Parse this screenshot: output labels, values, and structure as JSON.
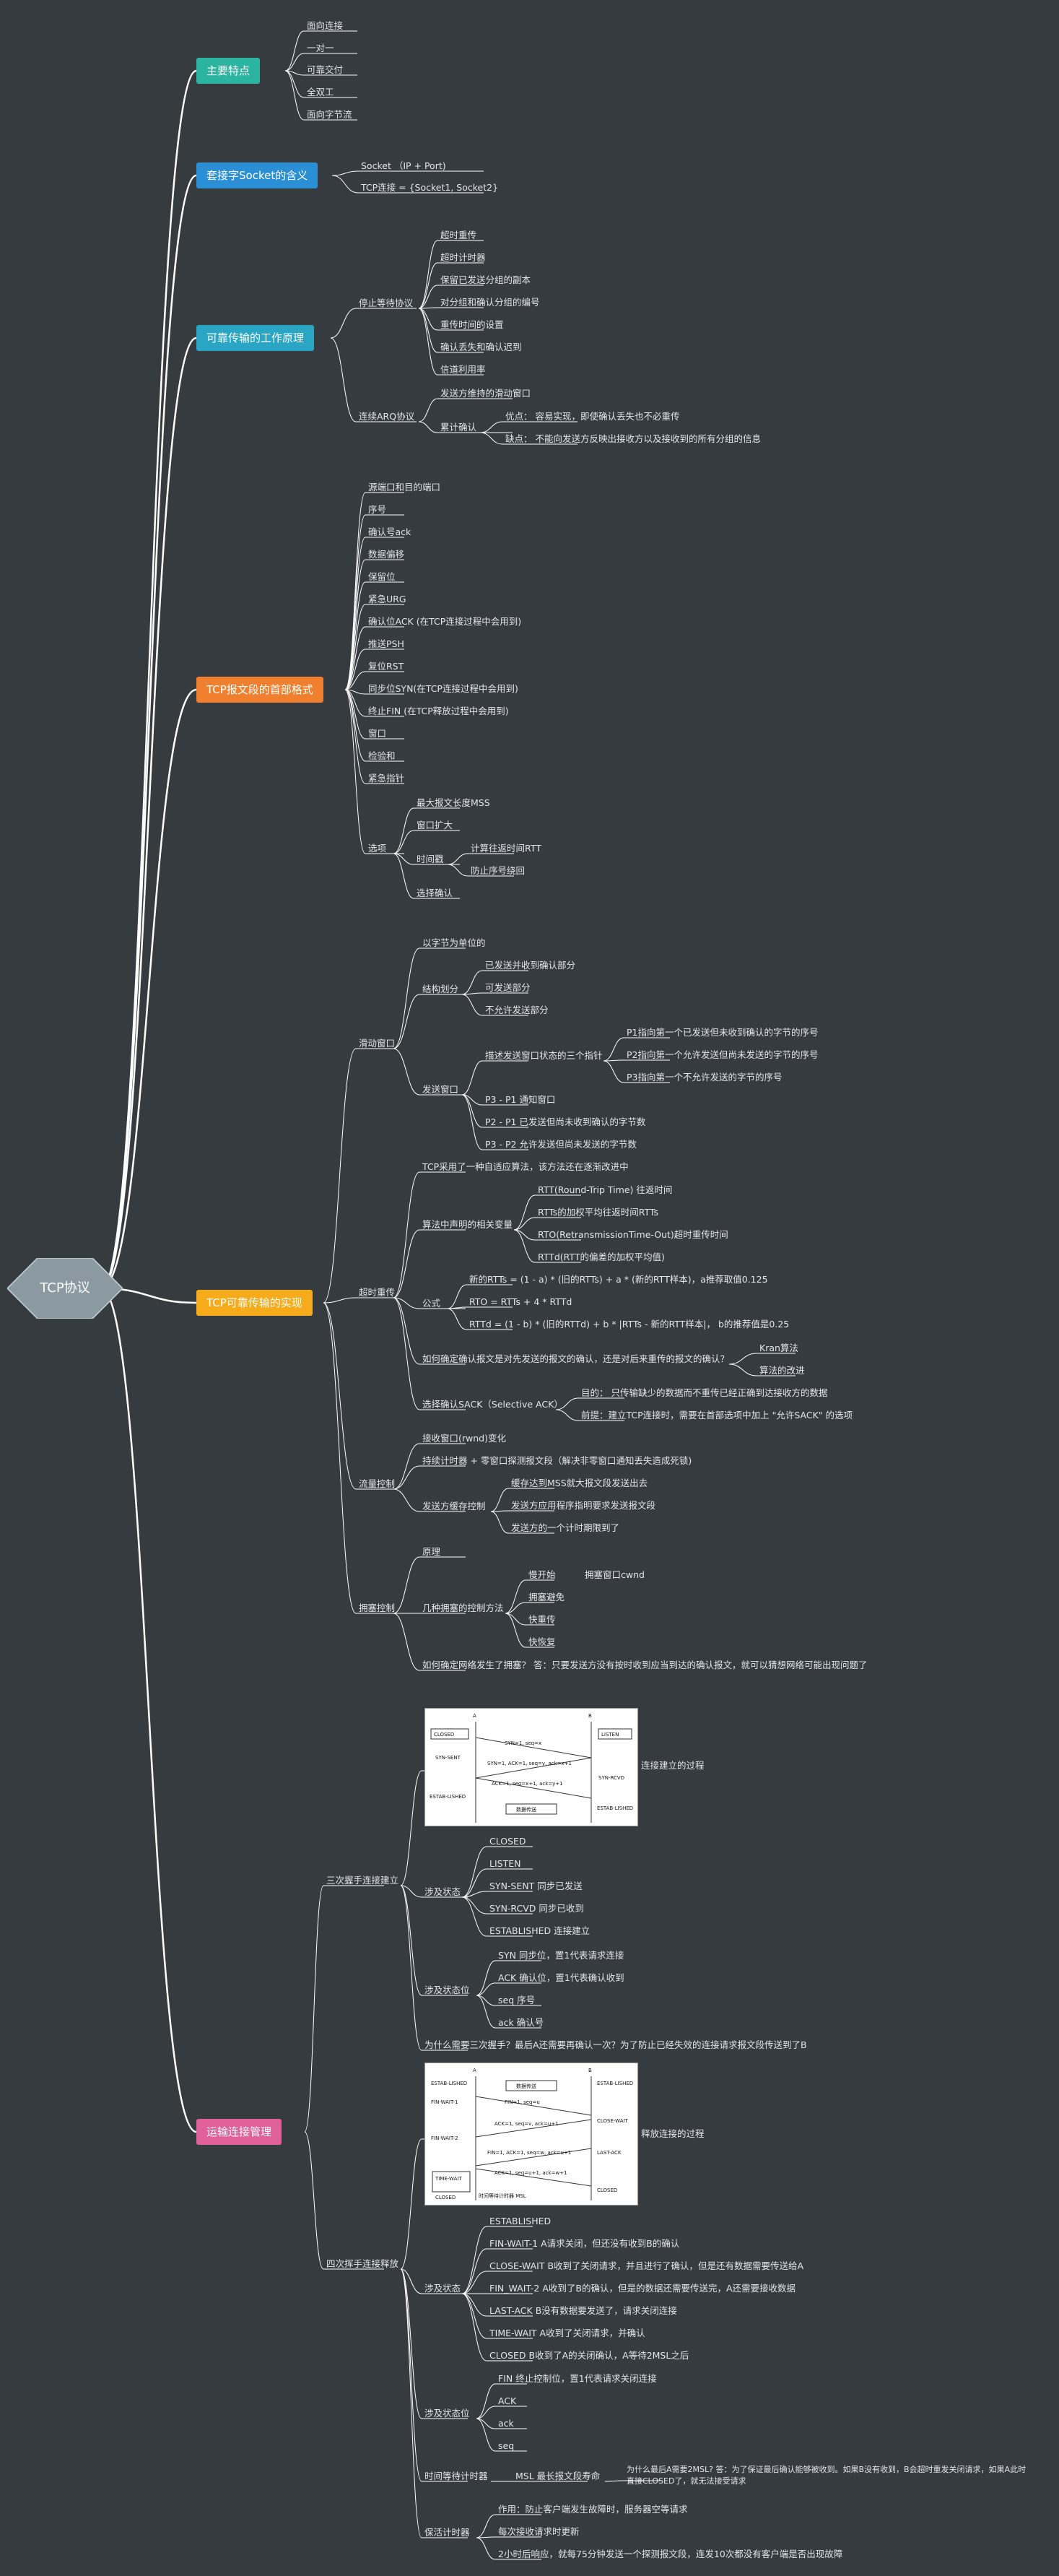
{
  "root": "TCP协议",
  "colors": {
    "line": "#ffffff",
    "teal": "#2bb5a0",
    "blue": "#2b8fd6",
    "cyan": "#2aa6c4",
    "orange": "#f08030",
    "amber": "#f5ab1a",
    "pink": "#e0609a",
    "root": "#8a9aa0"
  },
  "branches": {
    "b1": "主要特点",
    "b2": "套接字Socket的含义",
    "b3": "可靠传输的工作原理",
    "b4": "TCP报文段的首部格式",
    "b5": "TCP可靠传输的实现",
    "b6": "运输连接管理"
  },
  "b1": [
    "面向连接",
    "一对一",
    "可靠交付",
    "全双工",
    "面向字节流"
  ],
  "b2": [
    "Socket （IP + Port)",
    "TCP连接 = {Socket1, Socket2}"
  ],
  "b3": {
    "stopwait": "停止等待协议",
    "stopwait_items": [
      "超时重传",
      "超时计时器",
      "保留已发送分组的副本",
      "对分组和确认分组的编号",
      "重传时间的设置",
      "确认丢失和确认迟到",
      "信道利用率"
    ],
    "arq": "连续ARQ协议",
    "arq_items": [
      "发送方维持的滑动窗口",
      "累计确认"
    ],
    "arq_pros": "优点：  容易实现，即使确认丢失也不必重传",
    "arq_cons": "缺点：  不能向发送方反映出接收方以及接收到的所有分组的信息"
  },
  "b4": {
    "items": [
      "源端口和目的端口",
      "序号",
      "确认号ack",
      "数据偏移",
      "保留位",
      "紧急URG",
      "确认位ACK (在TCP连接过程中会用到)",
      "推送PSH",
      "复位RST",
      "同步位SYN(在TCP连接过程中会用到)",
      "终止FIN (在TCP释放过程中会用到)",
      "窗口",
      "检验和",
      "紧急指针"
    ],
    "options": "选项",
    "options_items": [
      "最大报文长度MSS",
      "窗口扩大",
      "时间戳",
      "选择确认"
    ],
    "ts_items": [
      "计算往返时间RTT",
      "防止序号绕回"
    ]
  },
  "b5": {
    "slide": "滑动窗口",
    "slide_a": "以字节为单位的",
    "struct": "结构划分",
    "struct_items": [
      "已发送并收到确认部分",
      "可发送部分",
      "不允许发送部分"
    ],
    "sendwin": "发送窗口",
    "sendwin_desc": "描述发送窗口状态的三个指针",
    "pointers": [
      "P1指向第一个已发送但未收到确认的字节的序号",
      "P2指向第一个允许发送但尚未发送的字节的序号",
      "P3指向第一个不允许发送的字节的序号"
    ],
    "sendwin_items": [
      "P3 - P1 通知窗口",
      "P2 - P1 已发送但尚未收到确认的字节数",
      "P3 - P2 允许发送但尚未发送的字节数"
    ],
    "rto": "超时重传",
    "rto_a": "TCP采用了一种自适应算法，该方法还在逐渐改进中",
    "algo": "算法中声明的相关变量",
    "algo_items": [
      "RTT(Round-Trip Time) 往返时间",
      "RTTs的加权平均往返时间RTTs",
      "RTO(RetransmissionTime-Out)超时重传时间",
      "RTTd(RTT的偏差的加权平均值)"
    ],
    "formula": "公式",
    "formula_items": [
      "新的RTTs = (1 - a) * (旧的RTTs) + a * (新的RTT样本)，a推荐取值0.125",
      "RTO = RTTs + 4 * RTTd",
      "RTTd = (1 - b) * (旧的RTTd) + b * |RTTs - 新的RTT样本|，  b的推荐值是0.25"
    ],
    "question": "如何确定确认报文是对先发送的报文的确认，还是对后来重传的报文的确认？",
    "question_items": [
      "Kran算法",
      "算法的改进"
    ],
    "sack": "选择确认SACK（Selective ACK）",
    "sack_items": [
      "目的：  只传输缺少的数据而不重传已经正确到达接收方的数据",
      "前提：建立TCP连接时，需要在首部选项中加上 \"允许SACK\" 的选项"
    ],
    "flow": "流量控制",
    "flow_items": [
      "接收窗口(rwnd)变化",
      "持续计时器 + 零窗口探测报文段（解决非零窗口通知丢失造成死锁)",
      "发送方缓存控制"
    ],
    "flow_buf": [
      "缓存达到MSS就大报文段发送出去",
      "发送方应用程序指明要求发送报文段",
      "发送方的一个计时期限到了"
    ],
    "cong": "拥塞控制",
    "cong_items": [
      "原理",
      "几种拥塞的控制方法"
    ],
    "cong_methods": [
      "慢开始",
      "拥塞避免",
      "快重传",
      "快恢复"
    ],
    "cwnd": "拥塞窗口cwnd",
    "cong_q": "如何确定网络发生了拥塞？  答：只要发送方没有按时收到应当到达的确认报文，就可以猜想网络可能出现问题了"
  },
  "b6": {
    "three": "三次握手连接建立",
    "three_img": "连接建立的过程",
    "states": "涉及状态",
    "three_states": [
      "CLOSED",
      "LISTEN",
      "SYN-SENT 同步已发送",
      "SYN-RCVD 同步已收到",
      "ESTABLISHED 连接建立"
    ],
    "flags": "涉及状态位",
    "three_flags": [
      "SYN 同步位，置1代表请求连接",
      "ACK 确认位，置1代表确认收到",
      "seq 序号",
      "ack 确认号"
    ],
    "three_q": "为什么需要三次握手？最后A还需要再确认一次？为了防止已经失效的连接请求报文段传送到了B",
    "four": "四次挥手连接释放",
    "four_img": "释放连接的过程",
    "four_states": [
      "ESTABLISHED",
      "FIN-WAIT-1 A请求关闭，但还没有收到B的确认",
      "CLOSE-WAIT B收到了关闭请求，并且进行了确认，但是还有数据需要传送给A",
      "FIN_WAIT-2 A收到了B的确认，但是的数据还需要传送完，A还需要接收数据",
      "LAST-ACK B没有数据要发送了，请求关闭连接",
      "TIME-WAIT A收到了关闭请求，并确认",
      "CLOSED B收到了A的关闭确认，A等待2MSL之后"
    ],
    "four_flags": [
      "FIN 终止控制位，置1代表请求关闭连接",
      "ACK",
      "ack",
      "seq"
    ],
    "timer": "时间等待计时器",
    "msl": "MSL 最长报文段寿命",
    "msl_q": "为什么最后A需要2MSL? 答：为了保证最后确认能够被收到。如果B没有收到，B会超时重发关闭请求，如果A此时",
    "msl_q2": "直接CLOSED了，就无法接受请求",
    "keep": "保活计时器",
    "keep_items": [
      "作用：防止客户端发生故障时，服务器空等请求",
      "每次接收请求时更新",
      "2小时后响应，就每75分钟发送一个探测报文段，连发10次都没有客户端是否出现故障"
    ]
  },
  "diagram1": {
    "labels": [
      "A",
      "B",
      "CLOSED",
      "LISTEN",
      "SYN-SENT",
      "SYN-RCVD",
      "ESTAB-LISHED",
      "ESTAB-LISHED",
      "SYN=1, seq=x",
      "SYN=1, ACK=1, seq=y, ack=x+1",
      "ACK=1, seq=x+1, ack=y+1",
      "数据传送"
    ]
  },
  "diagram2": {
    "labels": [
      "A",
      "B",
      "ESTAB-LISHED",
      "ESTAB-LISHED",
      "FIN-WAIT-1",
      "CLOSE-WAIT",
      "FIN-WAIT-2",
      "LAST-ACK",
      "TIME-WAIT",
      "CLOSED",
      "CLOSED",
      "数据传送",
      "FIN=1, seq=u",
      "ACK=1, seq=v, ack=u+1",
      "FIN=1, ACK=1, seq=w, ack=u+1",
      "ACK=1, seq=u+1, ack=w+1",
      "时间等待计时器 MSL"
    ]
  }
}
